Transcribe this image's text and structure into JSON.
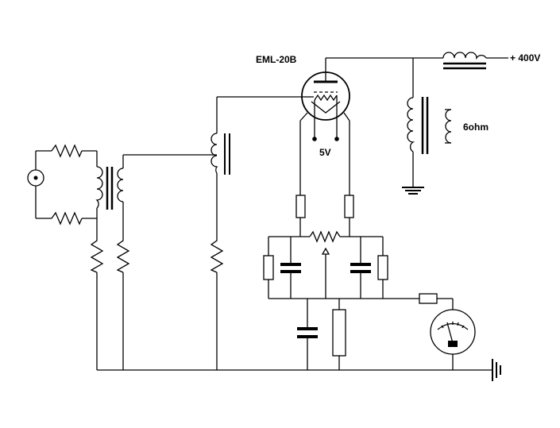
{
  "labels": {
    "tube": "EML-20B",
    "supply": "+ 400V",
    "speaker": "6ohm",
    "filament": "5V"
  },
  "icons": {
    "input_jack": "coax-input-jack-icon",
    "tube": "triode-tube-icon",
    "meter": "analog-meter-icon",
    "ground": "ground-icon"
  }
}
